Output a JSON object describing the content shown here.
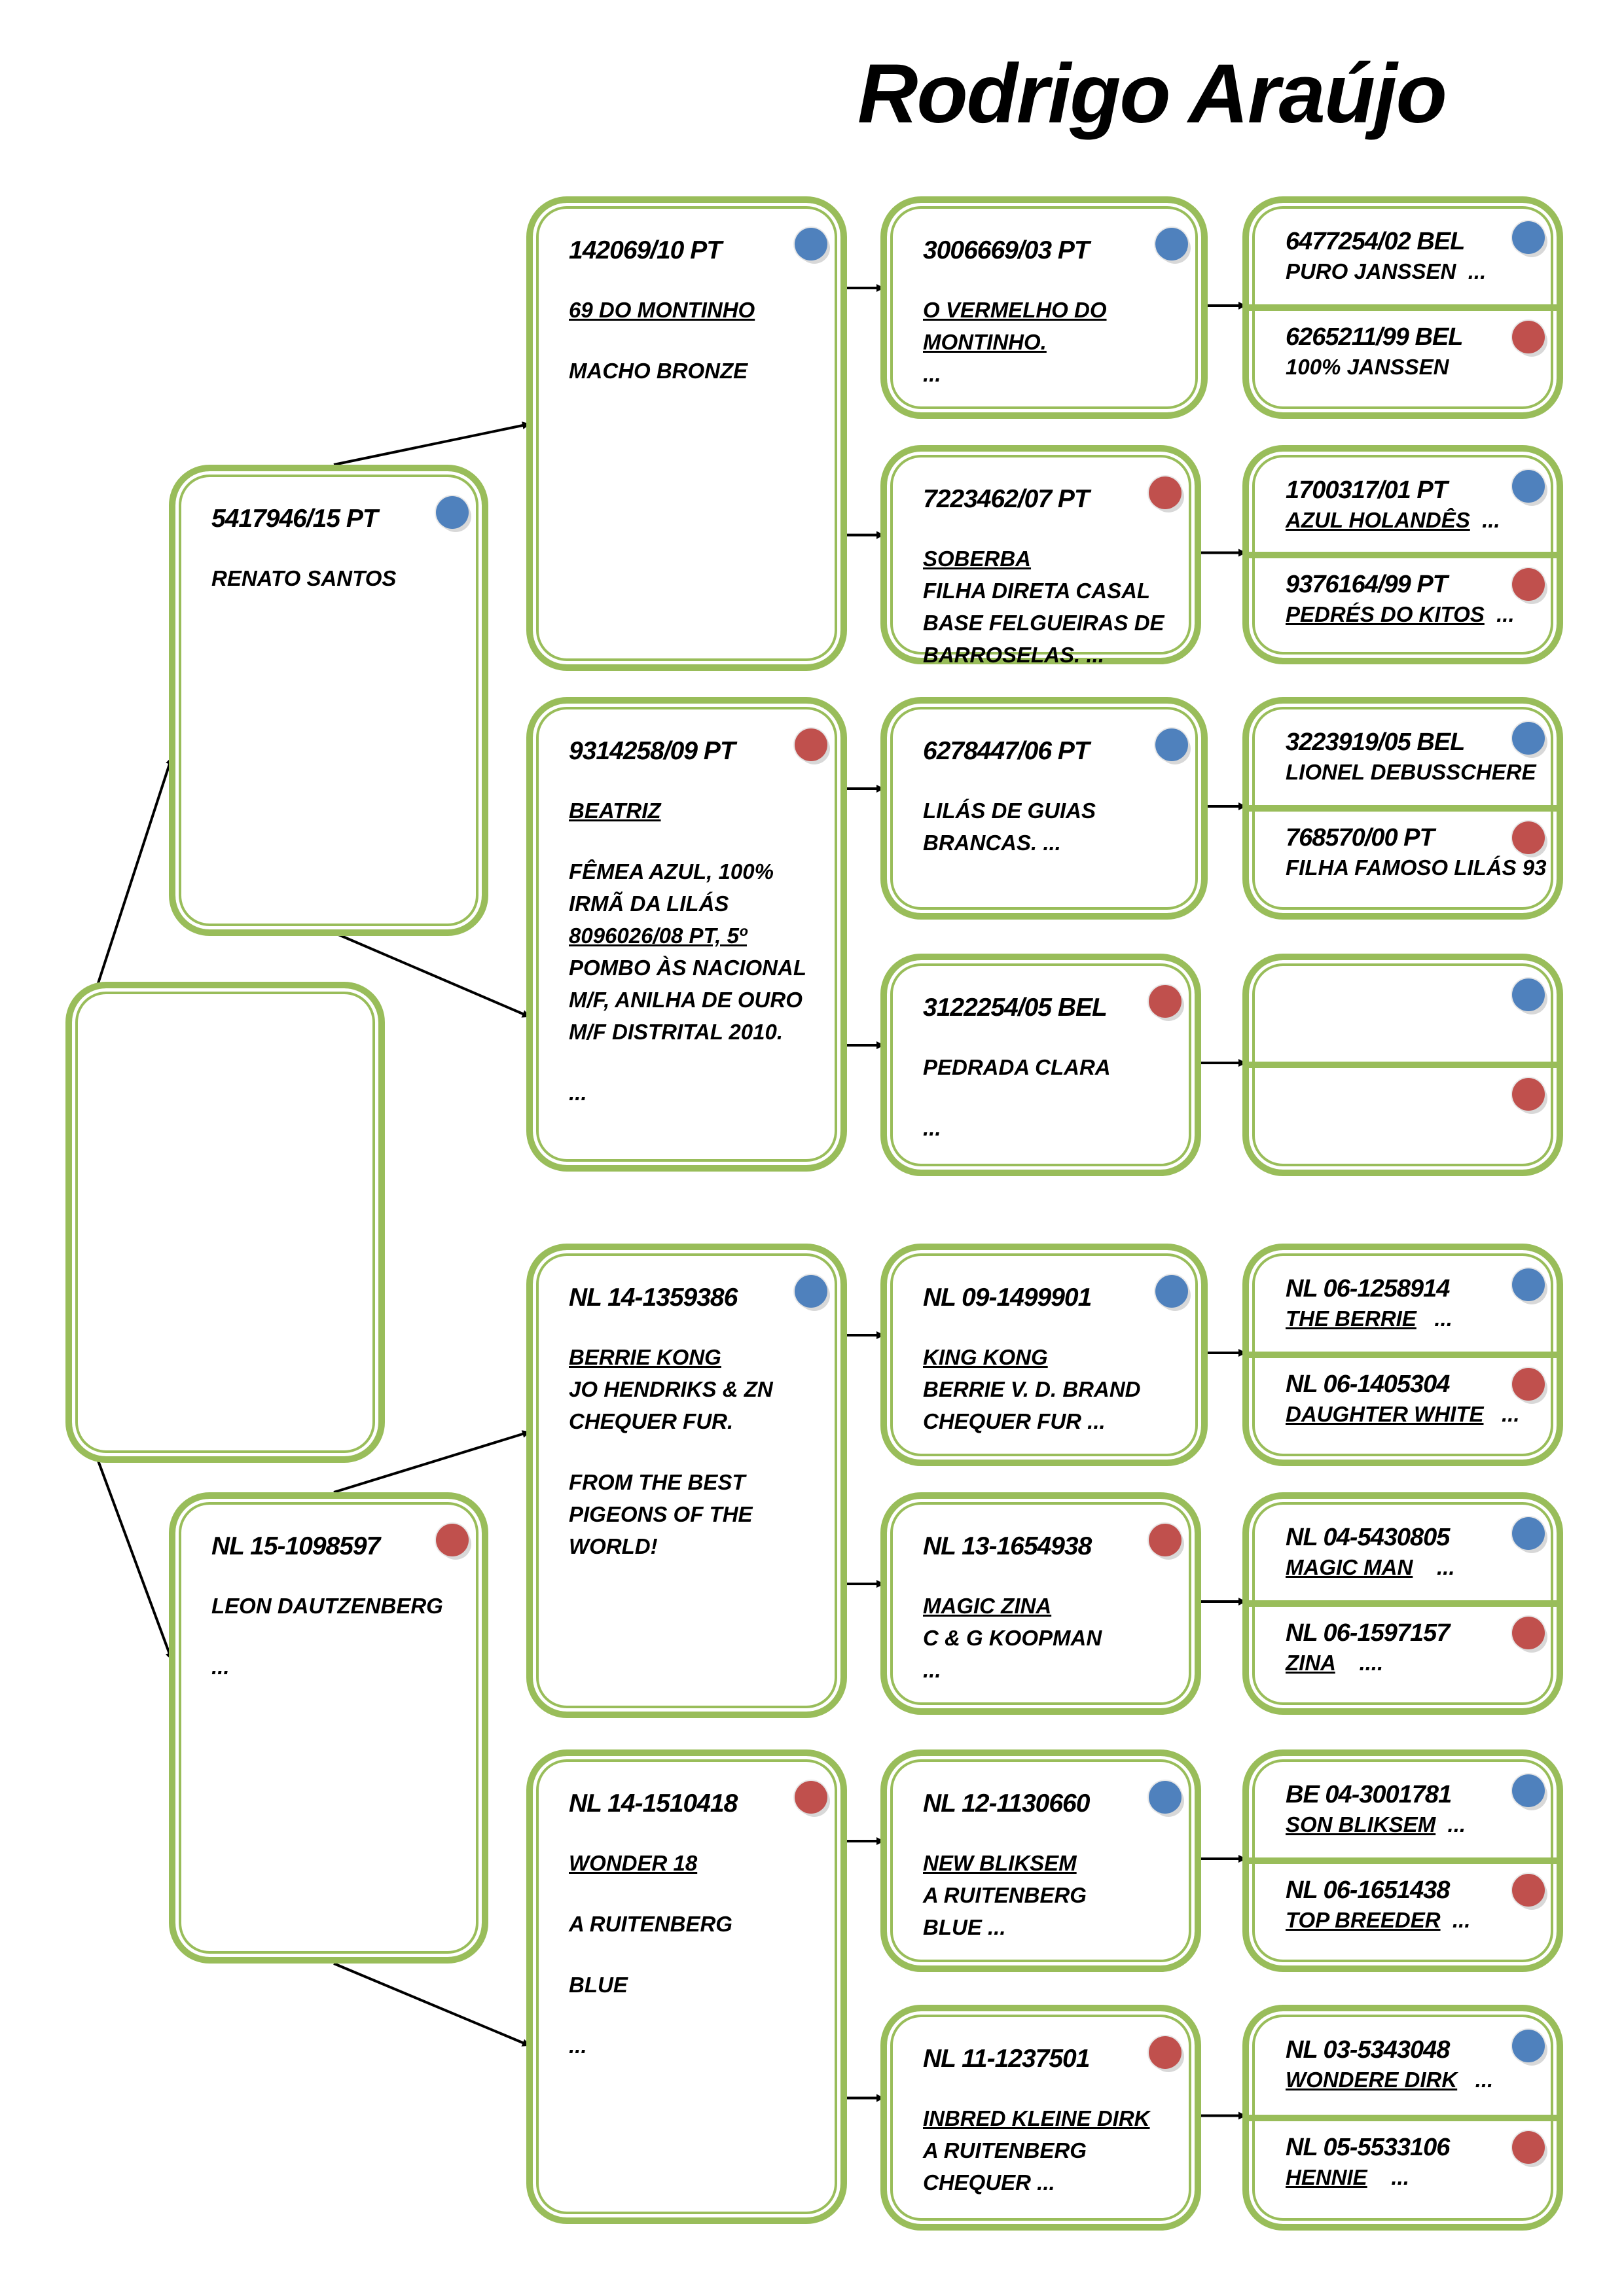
{
  "title": "Rodrigo Araújo",
  "subject": {
    "lines": []
  },
  "parents": [
    {
      "sex": "male",
      "id": "5417946/15 PT",
      "lines": [
        {
          "t": "RENATO SANTOS"
        }
      ]
    },
    {
      "sex": "female",
      "id": "NL 15-1098597",
      "lines": [
        {
          "t": "LEON DAUTZENBERG"
        },
        {
          "t": ""
        },
        {
          "t": "..."
        }
      ]
    }
  ],
  "grandparents": [
    {
      "sex": "male",
      "id": "142069/10 PT",
      "lines": [
        {
          "t": "69 DO MONTINHO",
          "u": true
        },
        {
          "t": ""
        },
        {
          "t": "MACHO BRONZE"
        }
      ]
    },
    {
      "sex": "female",
      "id": "9314258/09 PT",
      "lines": [
        {
          "t": "BEATRIZ",
          "u": true
        },
        {
          "t": ""
        },
        {
          "t": "FÊMEA AZUL, 100%"
        },
        {
          "t": "IRMÃ DA LILÁS"
        },
        {
          "t": "8096026/08 PT, 5º",
          "u": true
        },
        {
          "t": "POMBO ÀS NACIONAL"
        },
        {
          "t": "M/F, ANILHA DE OURO"
        },
        {
          "t": "M/F  DISTRITAL 2010."
        },
        {
          "t": ""
        },
        {
          "t": "..."
        }
      ]
    },
    {
      "sex": "male",
      "id": "NL 14-1359386",
      "lines": [
        {
          "t": "BERRIE KONG",
          "u": true
        },
        {
          "t": "JO HENDRIKS & ZN"
        },
        {
          "t": "CHEQUER FUR."
        },
        {
          "t": ""
        },
        {
          "t": "FROM THE BEST"
        },
        {
          "t": "PIGEONS OF THE"
        },
        {
          "t": "WORLD!"
        }
      ]
    },
    {
      "sex": "female",
      "id": "NL 14-1510418",
      "lines": [
        {
          "t": "WONDER 18",
          "u": true
        },
        {
          "t": ""
        },
        {
          "t": "A RUITENBERG"
        },
        {
          "t": ""
        },
        {
          "t": "BLUE"
        },
        {
          "t": ""
        },
        {
          "t": "..."
        }
      ]
    }
  ],
  "great_grandparents": [
    {
      "sex": "male",
      "id": "3006669/03 PT",
      "lines": [
        {
          "t": "O VERMELHO DO",
          "u": true
        },
        {
          "t": "MONTINHO.",
          "u": true
        },
        {
          "t": "..."
        }
      ]
    },
    {
      "sex": "female",
      "id": "7223462/07 PT",
      "lines": [
        {
          "t": "SOBERBA",
          "u": true
        },
        {
          "t": "FILHA DIRETA CASAL"
        },
        {
          "t": "BASE FELGUEIRAS DE"
        },
        {
          "t": "BARROSELAS.   ..."
        }
      ]
    },
    {
      "sex": "male",
      "id": "6278447/06 PT",
      "lines": [
        {
          "t": "LILÁS DE GUIAS"
        },
        {
          "t": "BRANCAS.   ..."
        }
      ]
    },
    {
      "sex": "female",
      "id": "3122254/05 BEL",
      "lines": [
        {
          "t": "PEDRADA CLARA"
        },
        {
          "t": ""
        },
        {
          "t": "..."
        }
      ]
    },
    {
      "sex": "male",
      "id": "NL 09-1499901",
      "lines": [
        {
          "t": "KING KONG",
          "u": true
        },
        {
          "t": "BERRIE V. D. BRAND"
        },
        {
          "t": "CHEQUER FUR  ..."
        }
      ]
    },
    {
      "sex": "female",
      "id": "NL 13-1654938",
      "lines": [
        {
          "t": "MAGIC ZINA",
          "u": true
        },
        {
          "t": "C & G  KOOPMAN"
        },
        {
          "t": "..."
        }
      ]
    },
    {
      "sex": "male",
      "id": "NL 12-1130660",
      "lines": [
        {
          "t": "NEW BLIKSEM",
          "u": true
        },
        {
          "t": "A RUITENBERG"
        },
        {
          "t": "BLUE   ..."
        }
      ]
    },
    {
      "sex": "female",
      "id": "NL 11-1237501",
      "lines": [
        {
          "t": "INBRED KLEINE DIRK",
          "u": true
        },
        {
          "t": "A RUITENBERG"
        },
        {
          "t": "CHEQUER   ..."
        }
      ]
    }
  ],
  "great_great_grandparents": [
    {
      "sire": {
        "id": "6477254/02 BEL",
        "name": "PURO JANSSEN",
        "u": false,
        "rest": "  ..."
      },
      "dam": {
        "id": "6265211/99 BEL",
        "name": "100% JANSSEN",
        "u": false,
        "rest": ""
      }
    },
    {
      "sire": {
        "id": "1700317/01 PT",
        "name": "AZUL HOLANDÊS",
        "u": true,
        "rest": "  ..."
      },
      "dam": {
        "id": "9376164/99 PT",
        "name": "PEDRÉS DO KITOS",
        "u": true,
        "rest": "  ..."
      }
    },
    {
      "sire": {
        "id": "3223919/05 BEL",
        "name": "LIONEL DEBUSSCHERE",
        "u": false,
        "rest": ""
      },
      "dam": {
        "id": "768570/00 PT",
        "name": "FILHA FAMOSO LILÁS 93",
        "u": false,
        "rest": ""
      }
    },
    {
      "sire": {
        "id": "",
        "name": "",
        "u": false,
        "rest": ""
      },
      "dam": {
        "id": "",
        "name": "",
        "u": false,
        "rest": ""
      }
    },
    {
      "sire": {
        "id": "NL 06-1258914",
        "name": "THE BERRIE",
        "u": true,
        "rest": "   ..."
      },
      "dam": {
        "id": "NL 06-1405304",
        "name": "DAUGHTER WHITE",
        "u": true,
        "rest": "   ..."
      }
    },
    {
      "sire": {
        "id": "NL 04-5430805",
        "name": "MAGIC MAN",
        "u": true,
        "rest": "    ..."
      },
      "dam": {
        "id": "NL 06-1597157",
        "name": "ZINA",
        "u": true,
        "rest": "    ...."
      }
    },
    {
      "sire": {
        "id": "BE 04-3001781",
        "name": "SON BLIKSEM",
        "u": true,
        "rest": "  ..."
      },
      "dam": {
        "id": "NL 06-1651438",
        "name": "TOP BREEDER",
        "u": true,
        "rest": "  ..."
      }
    },
    {
      "sire": {
        "id": "NL 03-5343048",
        "name": "WONDERE DIRK",
        "u": true,
        "rest": "   ..."
      },
      "dam": {
        "id": "NL 05-5533106",
        "name": "HENNIE",
        "u": true,
        "rest": "    ..."
      }
    }
  ]
}
